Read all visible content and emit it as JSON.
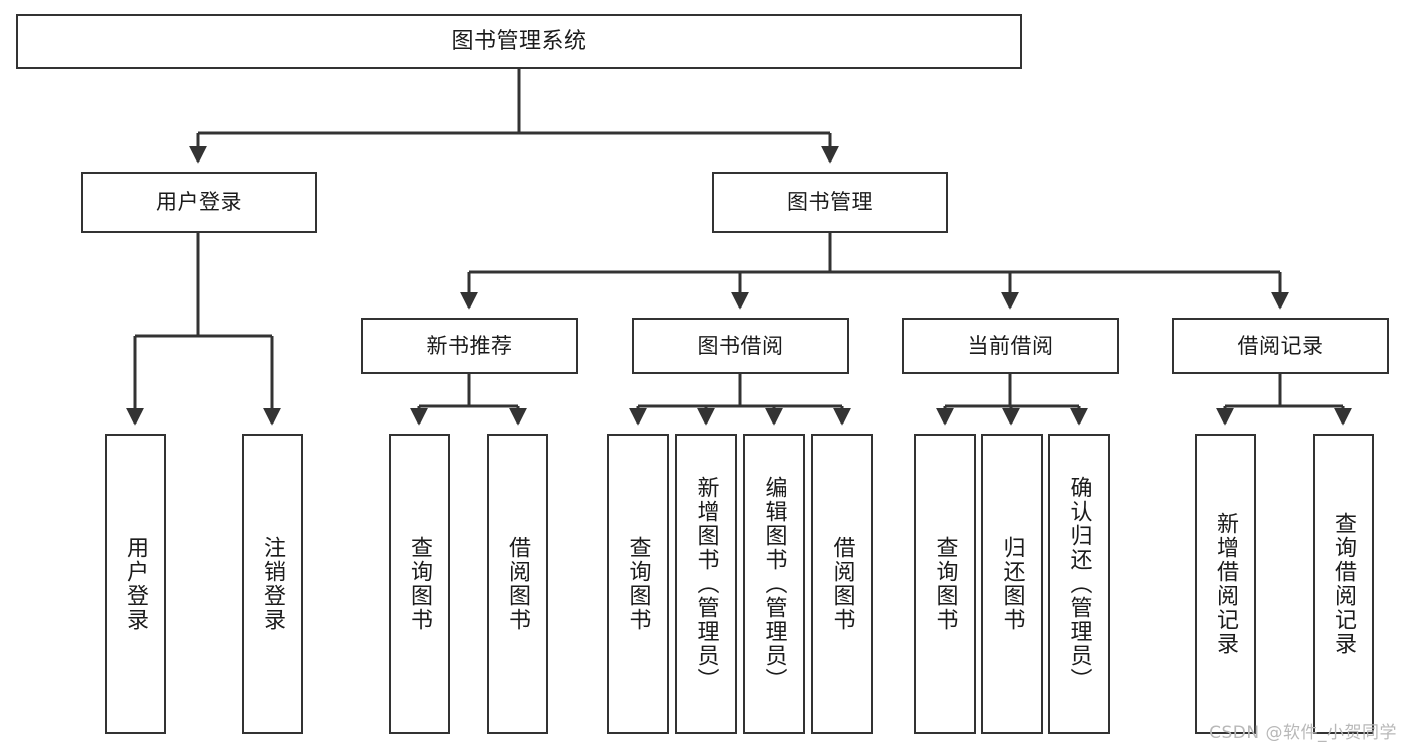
{
  "diagram": {
    "title": "图书管理系统",
    "type": "tree-hierarchy",
    "background_color": "#ffffff",
    "node_border_color": "#333333",
    "node_fill_color": "#ffffff",
    "edge_color": "#333333"
  },
  "nodes": {
    "root": {
      "label": "图书管理系统",
      "level": 1
    },
    "l2": [
      {
        "id": "user-login",
        "label": "用户登录",
        "level": 2
      },
      {
        "id": "book-manage",
        "label": "图书管理",
        "level": 2
      }
    ],
    "l3": [
      {
        "id": "new-book-rec",
        "label": "新书推荐",
        "level": 3
      },
      {
        "id": "book-borrow",
        "label": "图书借阅",
        "level": 3
      },
      {
        "id": "current-borrow",
        "label": "当前借阅",
        "level": 3
      },
      {
        "id": "borrow-record",
        "label": "借阅记录",
        "level": 3
      }
    ],
    "leaves": [
      {
        "id": "leaf-user-login",
        "label": "用户登录",
        "parent": "user-login"
      },
      {
        "id": "leaf-logout",
        "label": "注销登录",
        "parent": "user-login"
      },
      {
        "id": "leaf-query-book-1",
        "label": "查询图书",
        "parent": "new-book-rec"
      },
      {
        "id": "leaf-borrow-book-1",
        "label": "借阅图书",
        "parent": "new-book-rec"
      },
      {
        "id": "leaf-query-book-2",
        "label": "查询图书",
        "parent": "book-borrow"
      },
      {
        "id": "leaf-add-book",
        "label": "新增图书（管理员）",
        "parent": "book-borrow"
      },
      {
        "id": "leaf-edit-book",
        "label": "编辑图书（管理员）",
        "parent": "book-borrow"
      },
      {
        "id": "leaf-borrow-book-2",
        "label": "借阅图书",
        "parent": "book-borrow"
      },
      {
        "id": "leaf-query-book-3",
        "label": "查询图书",
        "parent": "current-borrow"
      },
      {
        "id": "leaf-return-book",
        "label": "归还图书",
        "parent": "current-borrow"
      },
      {
        "id": "leaf-confirm-return",
        "label": "确认归还（管理员）",
        "parent": "current-borrow"
      },
      {
        "id": "leaf-add-record",
        "label": "新增借阅记录",
        "parent": "borrow-record"
      },
      {
        "id": "leaf-query-record",
        "label": "查询借阅记录",
        "parent": "borrow-record"
      }
    ]
  },
  "watermark": {
    "text": "CSDN @软件_小贺同学",
    "color": "#b8b8b8"
  }
}
